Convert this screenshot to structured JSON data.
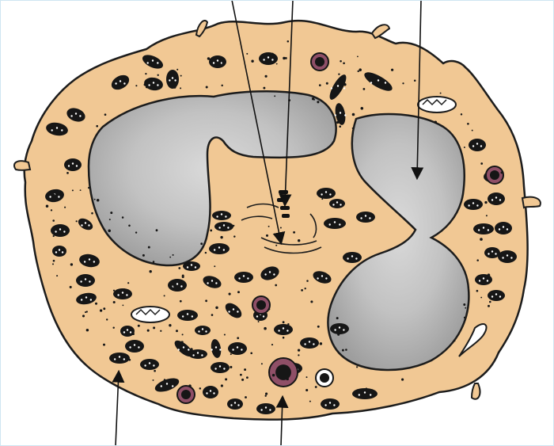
{
  "figure": {
    "colors": {
      "cytoplasm": "#f1c894",
      "outline": "#1c1c1c",
      "nucleus": "#a9a9a9",
      "nucleus_highlight": "#d9d9d9",
      "granule": "#161616",
      "granule_core": "#ffffff",
      "purple_granule": "#8f4f67",
      "background": "#ffffff",
      "frame": "#cfe6f2"
    },
    "icons": [
      "label-pointer-arrow",
      "specific-granule",
      "azurophilic-granule",
      "mitochondrion",
      "golgi-apparatus",
      "centriole",
      "nucleus-lobe"
    ]
  }
}
